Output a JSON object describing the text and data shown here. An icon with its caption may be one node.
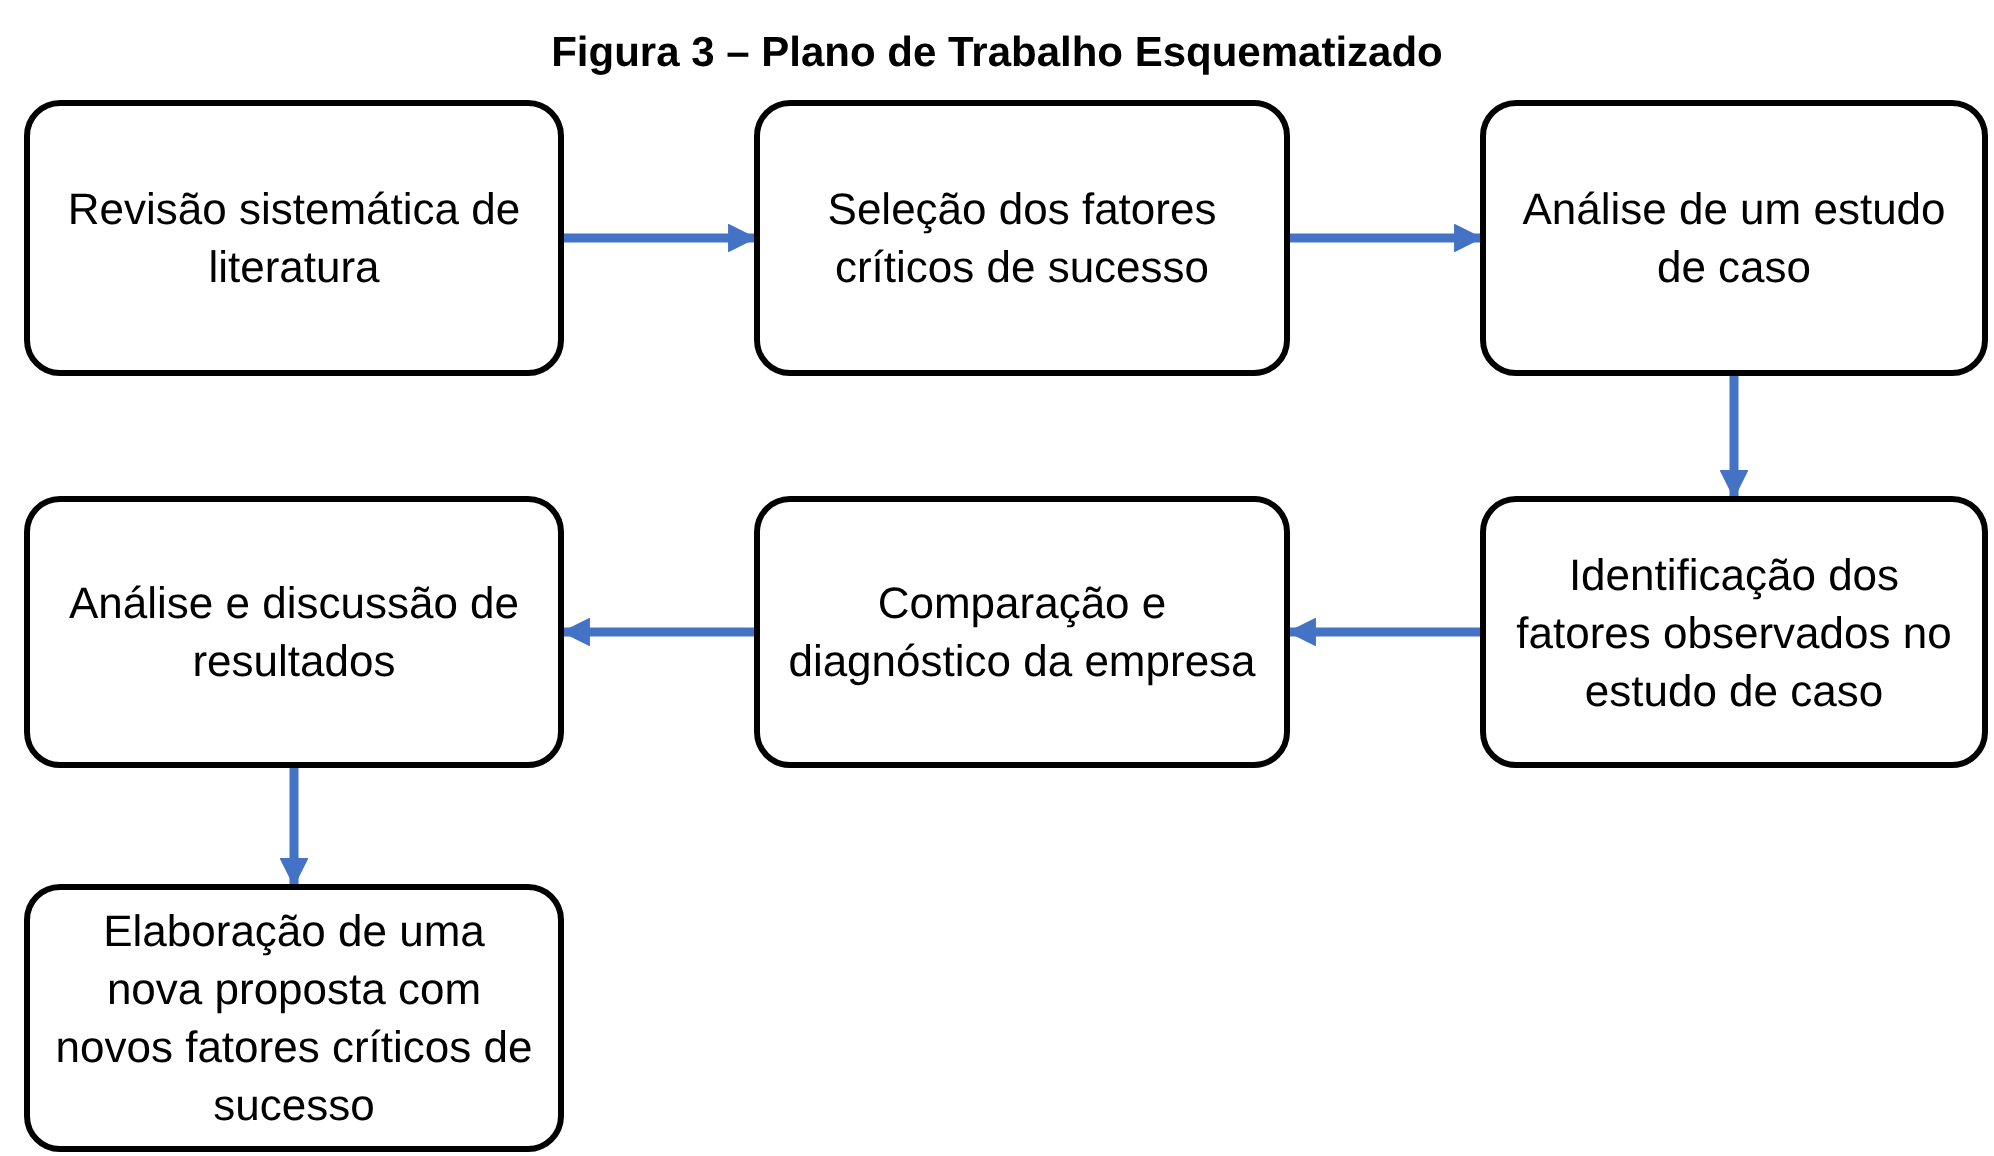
{
  "diagram": {
    "title": "Figura 3 – Plano de Trabalho Esquematizado",
    "nodes": [
      {
        "text": [
          "Revisão sistemática de literatura"
        ]
      },
      {
        "text": [
          "Seleção dos fatores críticos de sucesso"
        ]
      },
      {
        "text": [
          "Análise de um estudo de caso"
        ]
      },
      {
        "text": [
          "Identificação dos fatores observados no estudo de caso"
        ]
      },
      {
        "text": [
          "Comparação e diagnóstico da empresa"
        ]
      },
      {
        "text": [
          "Análise e discussão de resultados"
        ]
      },
      {
        "text": [
          "Elaboração de uma nova proposta com novos fatores críticos de sucesso"
        ]
      }
    ],
    "edges": [
      {
        "from": 0,
        "to": 1,
        "arrow": "to"
      },
      {
        "from": 1,
        "to": 2,
        "arrow": "to"
      },
      {
        "from": 2,
        "to": 3,
        "arrow": "to"
      },
      {
        "from": 3,
        "to": 4,
        "arrow": "to"
      },
      {
        "from": 4,
        "to": 5,
        "arrow": "to"
      },
      {
        "from": 5,
        "to": 6,
        "arrow": "to"
      }
    ]
  }
}
